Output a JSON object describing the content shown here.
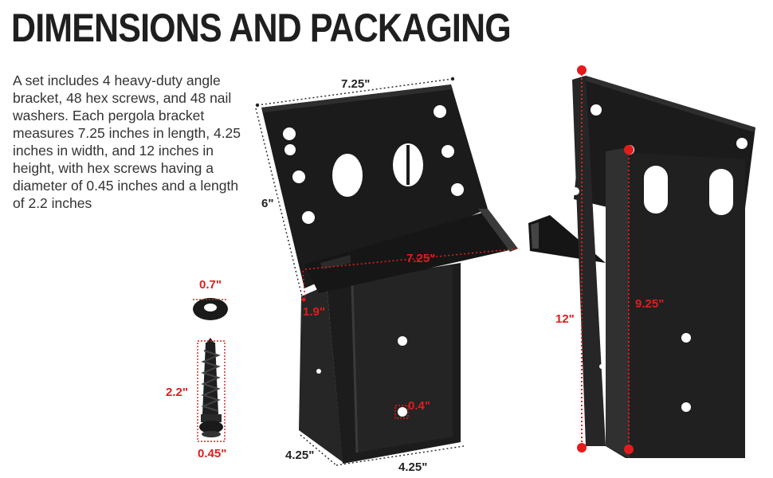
{
  "heading": "DIMENSIONS AND PACKAGING",
  "description": "A set includes 4 heavy-duty angle bracket, 48 hex screws, and 48 nail washers. Each pergola bracket measures 7.25 inches in length, 4.25 inches in width, and 12 inches in height, with hex screws having a diameter of 0.45 inches and a length of 2.2 inches",
  "labels": {
    "top_width": "7.25\"",
    "side_height": "6\"",
    "lip_width": "7.25\"",
    "lip_depth": "1.9\"",
    "washer_diameter": "0.7\"",
    "screw_length": "2.2\"",
    "screw_diameter": "0.45\"",
    "hole_diameter": "0.4\"",
    "base_depth": "4.25\"",
    "base_width": "4.25\"",
    "total_height": "12\"",
    "post_height": "9.25\""
  },
  "colors": {
    "dimension_red": "#e21c1c",
    "bracket_black": "#1b1b1b",
    "text_dark": "#1f1f1f"
  }
}
